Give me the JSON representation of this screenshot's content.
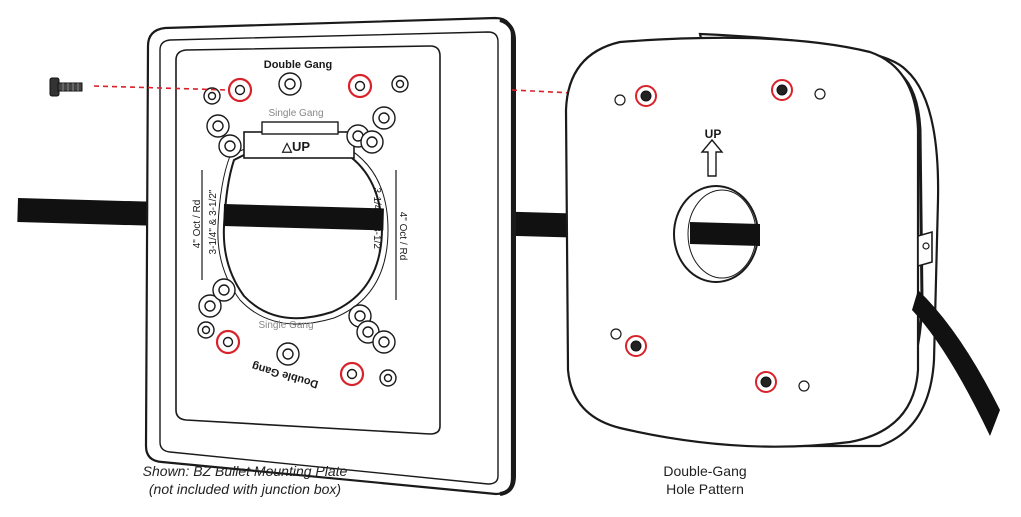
{
  "plate": {
    "label_double_gang_top": "Double Gang",
    "label_double_gang_bottom": "Double Gang",
    "label_single_gang_top": "Single Gang",
    "label_single_gang_bottom": "Single Gang",
    "label_up": "△UP",
    "label_oct_rd_left": "4\" Oct / Rd",
    "label_size_left": "3-1/4\" & 3-1/2\"",
    "label_oct_rd_right": "4\" Oct / Rd",
    "label_size_right": "3-1/4\" & 3-1/2\""
  },
  "junction_box": {
    "label_up": "UP"
  },
  "captions": {
    "plate_line1": "Shown: BZ Bullet Mounting Plate",
    "plate_line2": "(not included with junction box)",
    "box_line1": "Double-Gang",
    "box_line2": "Hole Pattern"
  },
  "colors": {
    "highlight": "#d8222a",
    "outline": "#1a1a1a",
    "cable": "#111111"
  }
}
